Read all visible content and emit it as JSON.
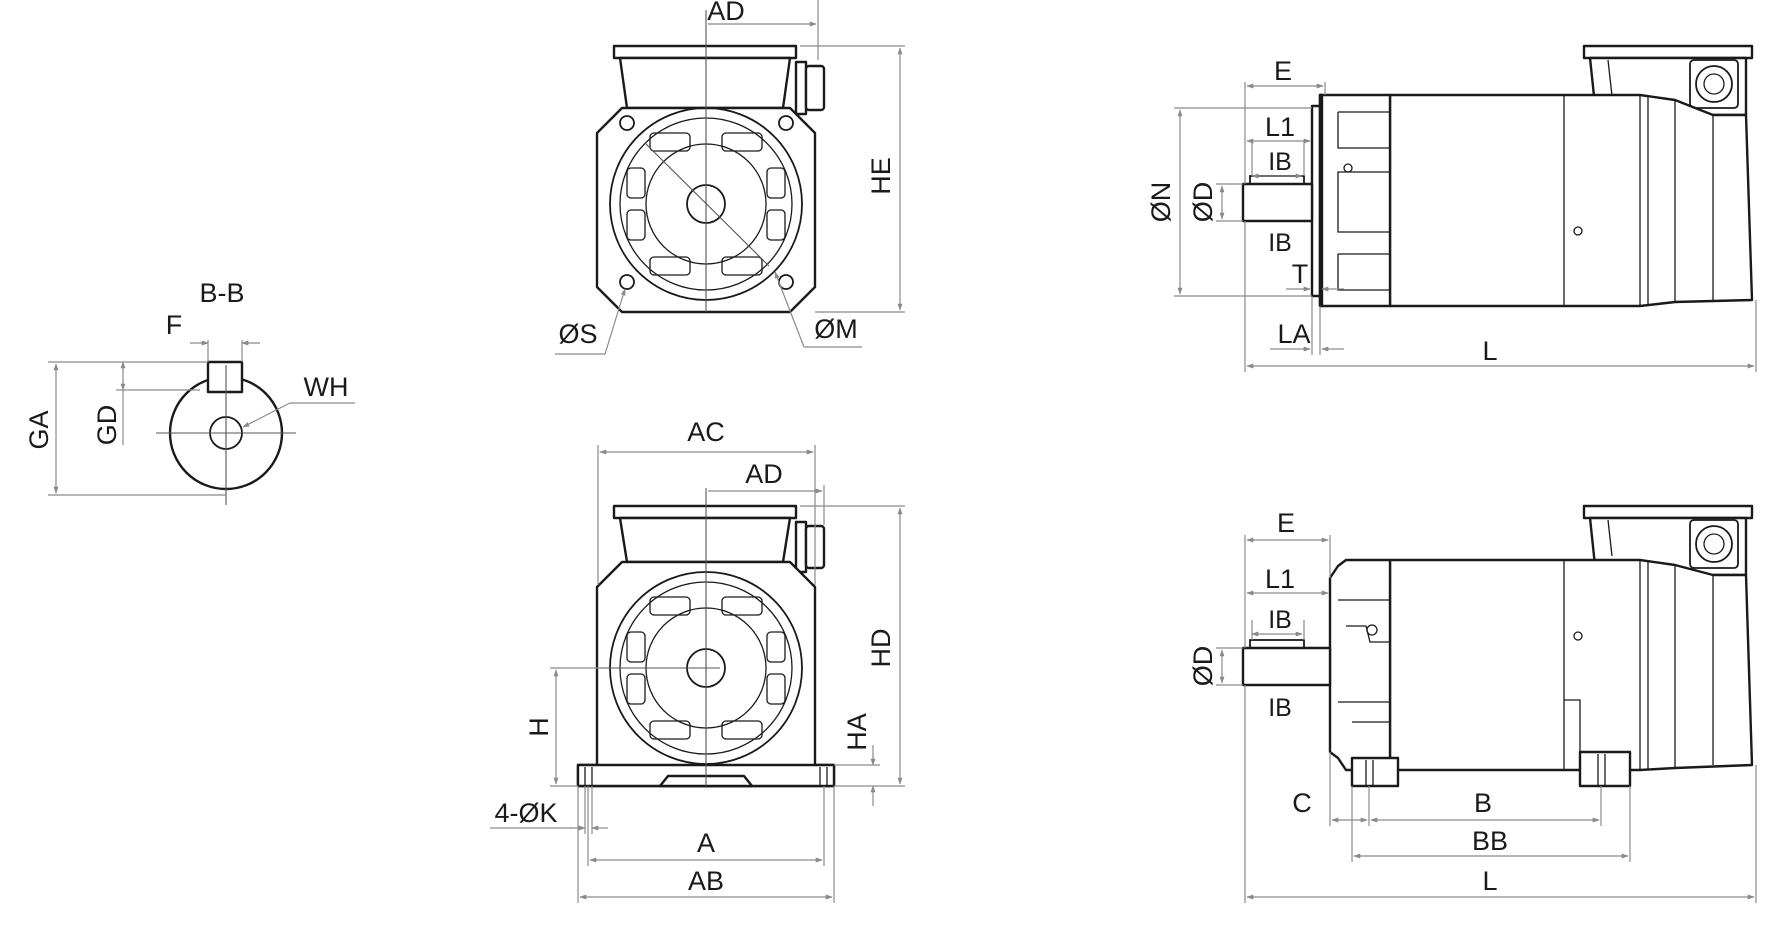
{
  "labels": {
    "section": "B-B",
    "f": "F",
    "wh": "WH",
    "ga": "GA",
    "gd": "GD",
    "ad": "AD",
    "he": "HE",
    "s": "ØS",
    "m": "ØM",
    "ac": "AC",
    "hd": "HD",
    "ha": "HA",
    "h": "H",
    "k": "4-ØK",
    "a": "A",
    "ab": "AB",
    "e": "E",
    "l1": "L1",
    "ib": "IB",
    "n": "ØN",
    "d": "ØD",
    "t": "T",
    "la": "LA",
    "l": "L",
    "c": "C",
    "b": "B",
    "bb": "BB"
  }
}
